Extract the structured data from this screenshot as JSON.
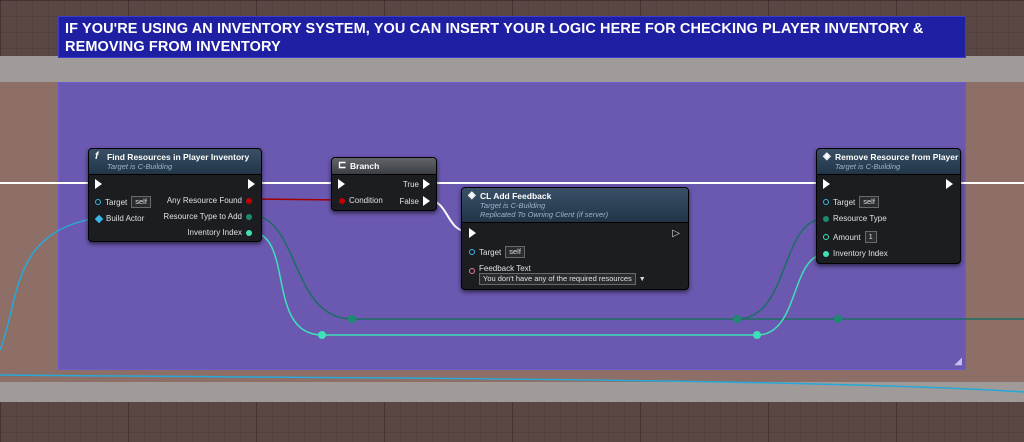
{
  "comment": {
    "title_line1": "IF YOU'RE USING AN INVENTORY SYSTEM, YOU CAN INSERT YOUR LOGIC HERE FOR CHECKING PLAYER INVENTORY &",
    "title_line2": "REMOVING FROM INVENTORY"
  },
  "colors": {
    "comment_title_bg": "#1f1fa4",
    "comment_body_bg": "#5f50c8",
    "exec_wire": "#ffffff",
    "bool_wire": "#a00000",
    "enum_wire": "#1c6e64",
    "int_wire": "#3ee0b6",
    "object_wire": "#27a8d8"
  },
  "nodes": {
    "find_resources": {
      "icon": "function-icon",
      "title": "Find Resources in Player Inventory",
      "subtitle": "Target is C-Building",
      "target_label": "Target",
      "target_value": "self",
      "build_actor_label": "Build Actor",
      "any_resource_found_label": "Any Resource Found",
      "resource_type_label": "Resource Type to Add",
      "inventory_index_label": "Inventory Index"
    },
    "branch": {
      "icon": "branch-icon",
      "title": "Branch",
      "condition_label": "Condition",
      "true_label": "True",
      "false_label": "False"
    },
    "cl_add_feedback": {
      "icon": "event-icon",
      "title": "CL Add Feedback",
      "subtitle": "Target is C-Building",
      "subtitle2": "Replicated To Owning Client (if server)",
      "target_label": "Target",
      "target_value": "self",
      "feedback_label": "Feedback Text",
      "feedback_value": "You don't have any of the required resources"
    },
    "remove_resource": {
      "icon": "function-icon",
      "title": "Remove Resource from Player",
      "subtitle": "Target is C-Building",
      "target_label": "Target",
      "target_value": "self",
      "resource_type_label": "Resource Type",
      "amount_label": "Amount",
      "amount_value": "1",
      "inventory_index_label": "Inventory Index"
    }
  }
}
